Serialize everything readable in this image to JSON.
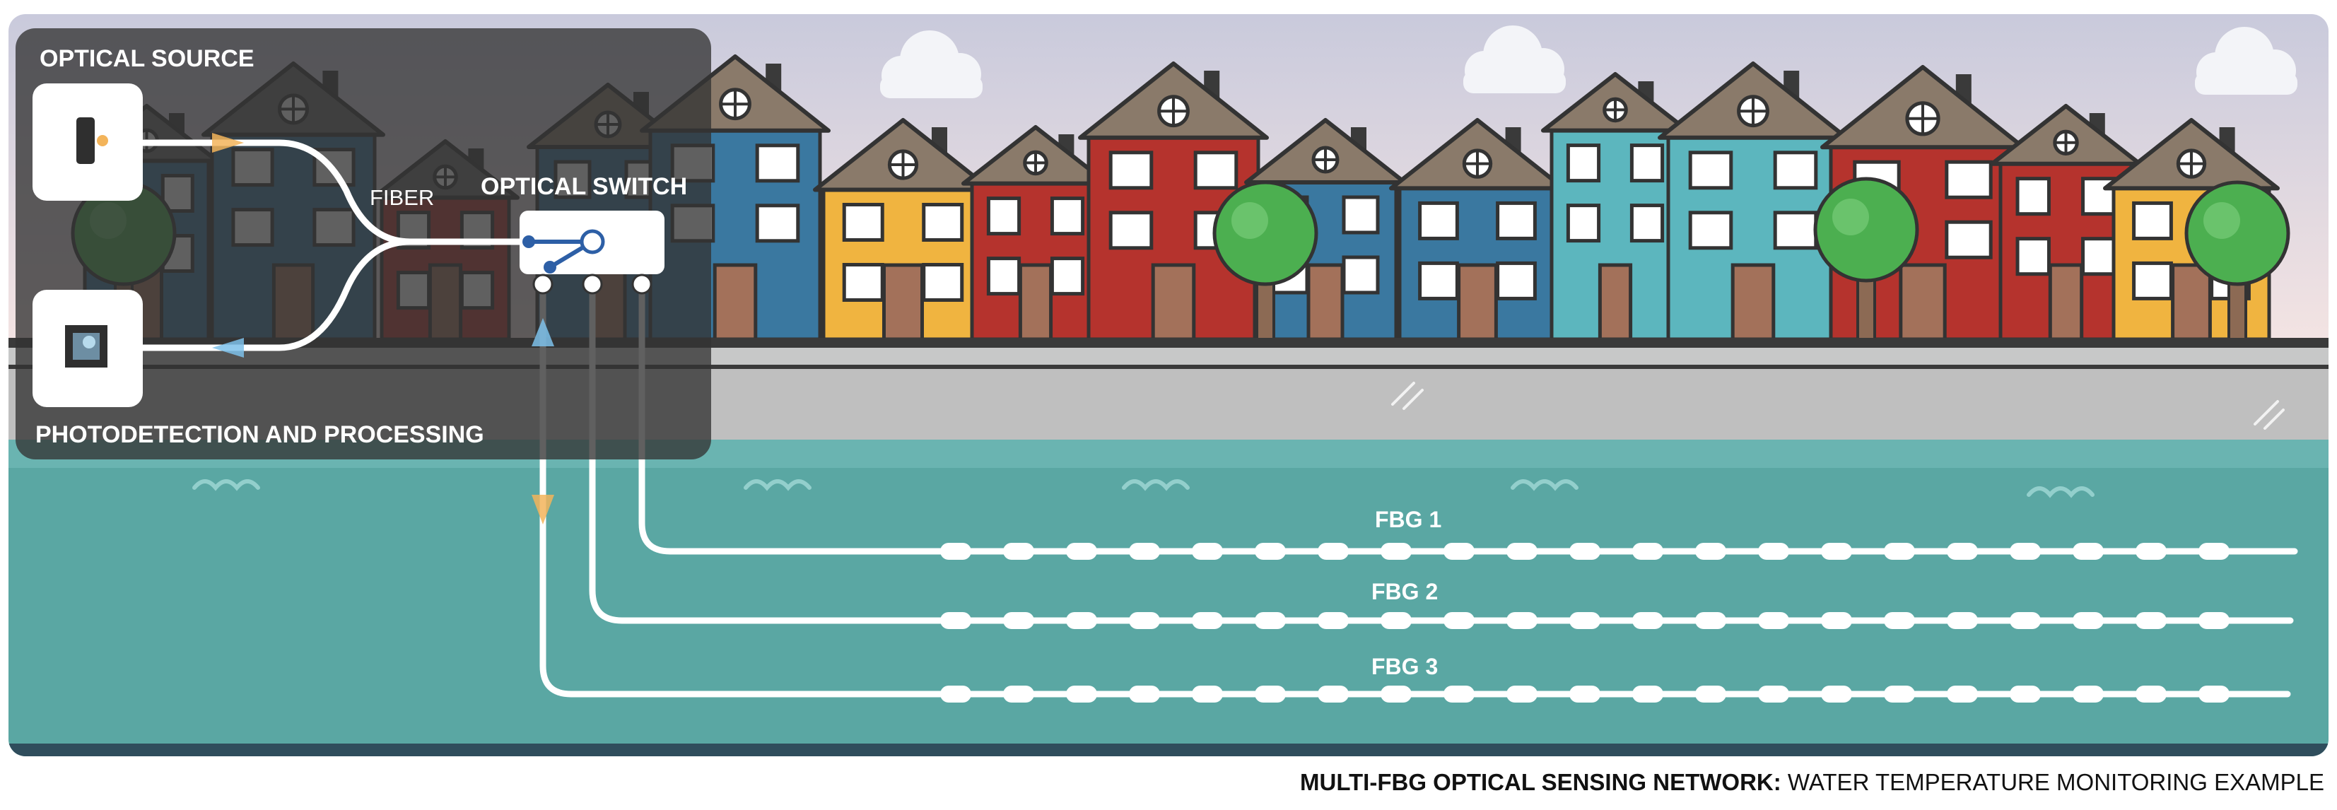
{
  "labels": {
    "optical_source": "OPTICAL SOURCE",
    "photodetection": "PHOTODETECTION AND PROCESSING",
    "fiber": "FIBER",
    "optical_switch": "OPTICAL SWITCH",
    "fbg1": "FBG 1",
    "fbg2": "FBG 2",
    "fbg3": "FBG 3"
  },
  "caption": {
    "bold": "MULTI-FBG OPTICAL SENSING NETWORK:",
    "regular": " WATER TEMPERATURE MONITORING EXAMPLE"
  },
  "colors": {
    "water": "#5aa7a3",
    "sky_top": "#c9cadc",
    "sky_bottom": "#f4e4e3",
    "overlay": "#3a3a3a",
    "switch_blue": "#2d5fa6",
    "house_red": "#b5332d",
    "house_blue": "#3a78a0",
    "house_yellow": "#f0b440",
    "house_teal": "#5cb6be",
    "tree": "#4caf50"
  },
  "icons": [
    "laser-source-icon",
    "photodetector-icon",
    "optical-switch-icon",
    "tree-icon",
    "cloud-icon",
    "wave-icon"
  ]
}
